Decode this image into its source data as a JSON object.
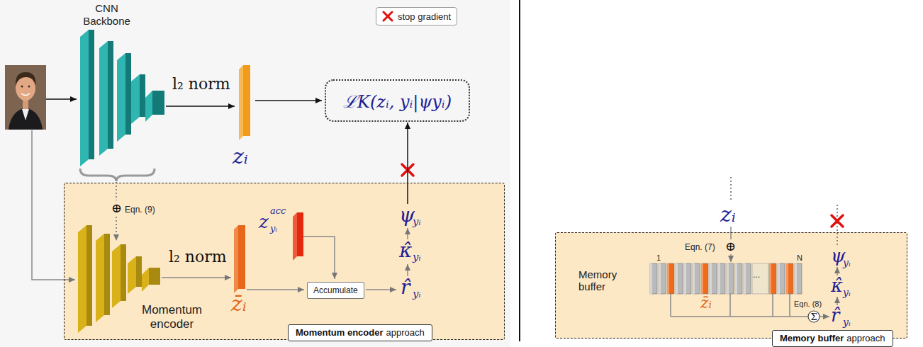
{
  "diagram": {
    "nodes": [
      {
        "text": [
          "ℒK(zᵢ, yᵢ|ψyᵢ)"
        ]
      },
      {
        "text": [
          "Momentum encoder",
          "approach"
        ]
      },
      {
        "text": [
          "Accumulate"
        ],
        "in": 1
      },
      {
        "text": [
          "Memory buffer",
          "approach"
        ]
      },
      {
        "text": [
          "Memory buffer",
          "1",
          "...",
          "N"
        ],
        "in": 3
      }
    ],
    "edges": [
      {
        "from": 1,
        "to": 0,
        "arrow": "to"
      }
    ],
    "labels": [
      "CNN Backbone",
      "l₂ norm",
      "zᵢ",
      "⊕",
      "Eqn. (9)",
      "l₂ norm",
      "z̄ᵢ",
      "z",
      "acc",
      "yᵢ",
      "Momentum encoder",
      "ψ",
      "yᵢ",
      "κ̂",
      "yᵢ",
      "r̂",
      "yᵢ",
      "zᵢ",
      "Eqn. (7)",
      "⊕",
      "z̄ᵢ",
      "Eqn. (8)",
      "Σ",
      "r̂",
      "yᵢ",
      "κ̂",
      "yᵢ",
      "ψ",
      "yᵢ"
    ],
    "legend": [
      {
        "text": "stop gradient"
      }
    ]
  }
}
